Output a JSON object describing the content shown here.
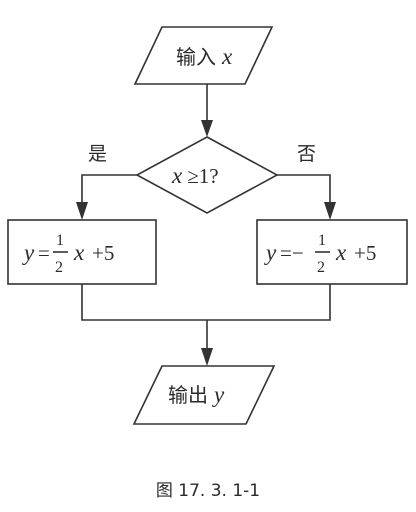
{
  "flowchart": {
    "input": {
      "word": "输入",
      "var": "x"
    },
    "decision": {
      "var": "x",
      "rest": "≥1?"
    },
    "branch_yes": "是",
    "branch_no": "否",
    "left_box": {
      "y": "y",
      "eq": "=",
      "num": "1",
      "den": "2",
      "x": "x",
      "tail": "+5"
    },
    "right_box": {
      "y": "y",
      "eq": "=−",
      "num": "1",
      "den": "2",
      "x": "x",
      "tail": "+5"
    },
    "output": {
      "word": "输出",
      "var": "y"
    }
  },
  "caption": "图 17. 3. 1-1"
}
